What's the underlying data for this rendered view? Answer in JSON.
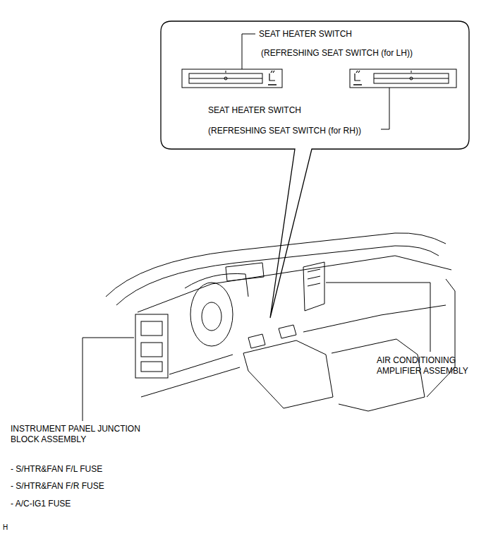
{
  "diagram": {
    "labels": [
      "SEAT HEATER SWITCH",
      "(REFRESHING SEAT SWITCH (for LH))",
      "SEAT HEATER SWITCH",
      "(REFRESHING SEAT SWITCH (for RH))",
      "AIR CONDITIONING AMPLIFIER ASSEMBLY",
      "INSTRUMENT PANEL JUNCTION BLOCK ASSEMBLY",
      "- S/HTR&FAN F/L FUSE",
      "- S/HTR&FAN F/R FUSE",
      "- A/C-IG1 FUSE",
      "H"
    ]
  }
}
